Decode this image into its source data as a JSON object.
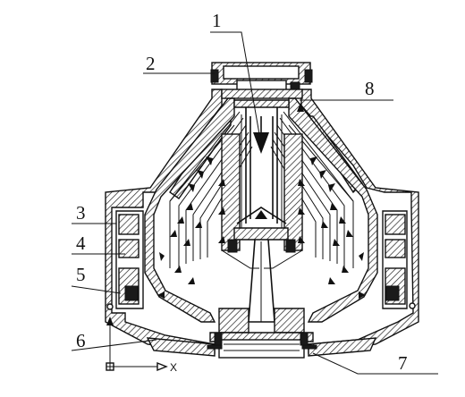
{
  "labels": {
    "l1": "1",
    "l2": "2",
    "l3": "3",
    "l4": "4",
    "l5": "5",
    "l6": "6",
    "l7": "7",
    "l8": "8"
  },
  "axis": {
    "x": "X"
  }
}
